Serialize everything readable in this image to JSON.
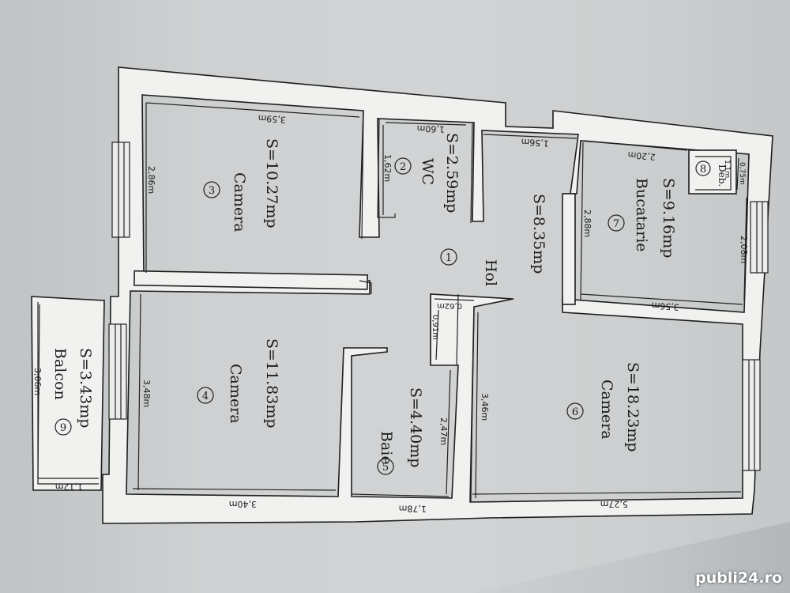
{
  "rooms": [
    {
      "num": "1",
      "name": "Hol",
      "area": "S=8.35mp"
    },
    {
      "num": "2",
      "name": "WC",
      "area": "S=2.59mp"
    },
    {
      "num": "3",
      "name": "Camera",
      "area": "S=10.27mp"
    },
    {
      "num": "4",
      "name": "Camera",
      "area": "S=11.83mp"
    },
    {
      "num": "5",
      "name": "Baie",
      "area": "S=4.40mp"
    },
    {
      "num": "6",
      "name": "Camera",
      "area": "S=18.23mp"
    },
    {
      "num": "7",
      "name": "Bucatarie",
      "area": "S=9.16mp"
    },
    {
      "num": "8",
      "name": "Deb.",
      "area": ""
    },
    {
      "num": "9",
      "name": "Balcon",
      "area": "S=3.43mp"
    }
  ],
  "dimensions": {
    "camera3_width": "3,59m",
    "camera3_height": "2,86m",
    "wc_width": "1,60m",
    "wc_height": "1,62m",
    "hol_width": "1,56m",
    "bucatarie_width": "2,20m",
    "bucatarie_height": "2,88m",
    "bucatarie_right": "2,08m",
    "bucatarie_bottom": "3,56m",
    "deb_width": "1,1m",
    "deb_height": "0,75m",
    "camera4_height": "3,48m",
    "camera4_width": "3,40m",
    "baie_top": "0,62m",
    "baie_door": "0,91m",
    "baie_height": "2,47m",
    "baie_width": "1,78m",
    "camera6_height": "3,46m",
    "camera6_width": "5,27m",
    "balcon_height": "3,06m",
    "balcon_width": "1,12m"
  },
  "watermark": "publi24.ro"
}
